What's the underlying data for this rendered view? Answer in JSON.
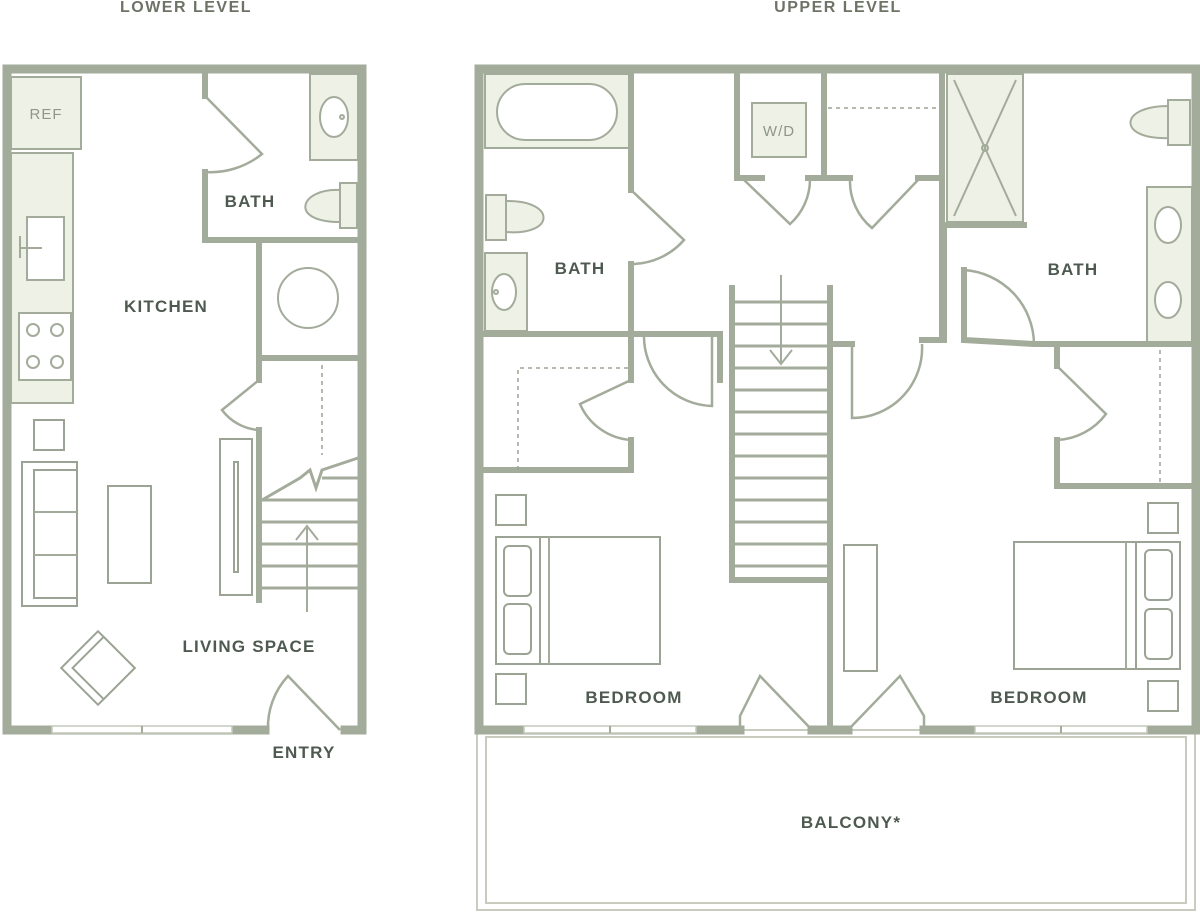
{
  "levels": {
    "lower": "LOWER LEVEL",
    "upper": "UPPER LEVEL"
  },
  "rooms": {
    "kitchen": "KITCHEN",
    "living": "LIVING SPACE",
    "entry": "ENTRY",
    "bath_lower": "BATH",
    "bath_upper_left": "BATH",
    "bath_upper_right": "BATH",
    "bedroom_left": "BEDROOM",
    "bedroom_right": "BEDROOM",
    "balcony": "BALCONY*"
  },
  "fixtures": {
    "refrigerator": "REF",
    "washer_dryer": "W/D"
  }
}
